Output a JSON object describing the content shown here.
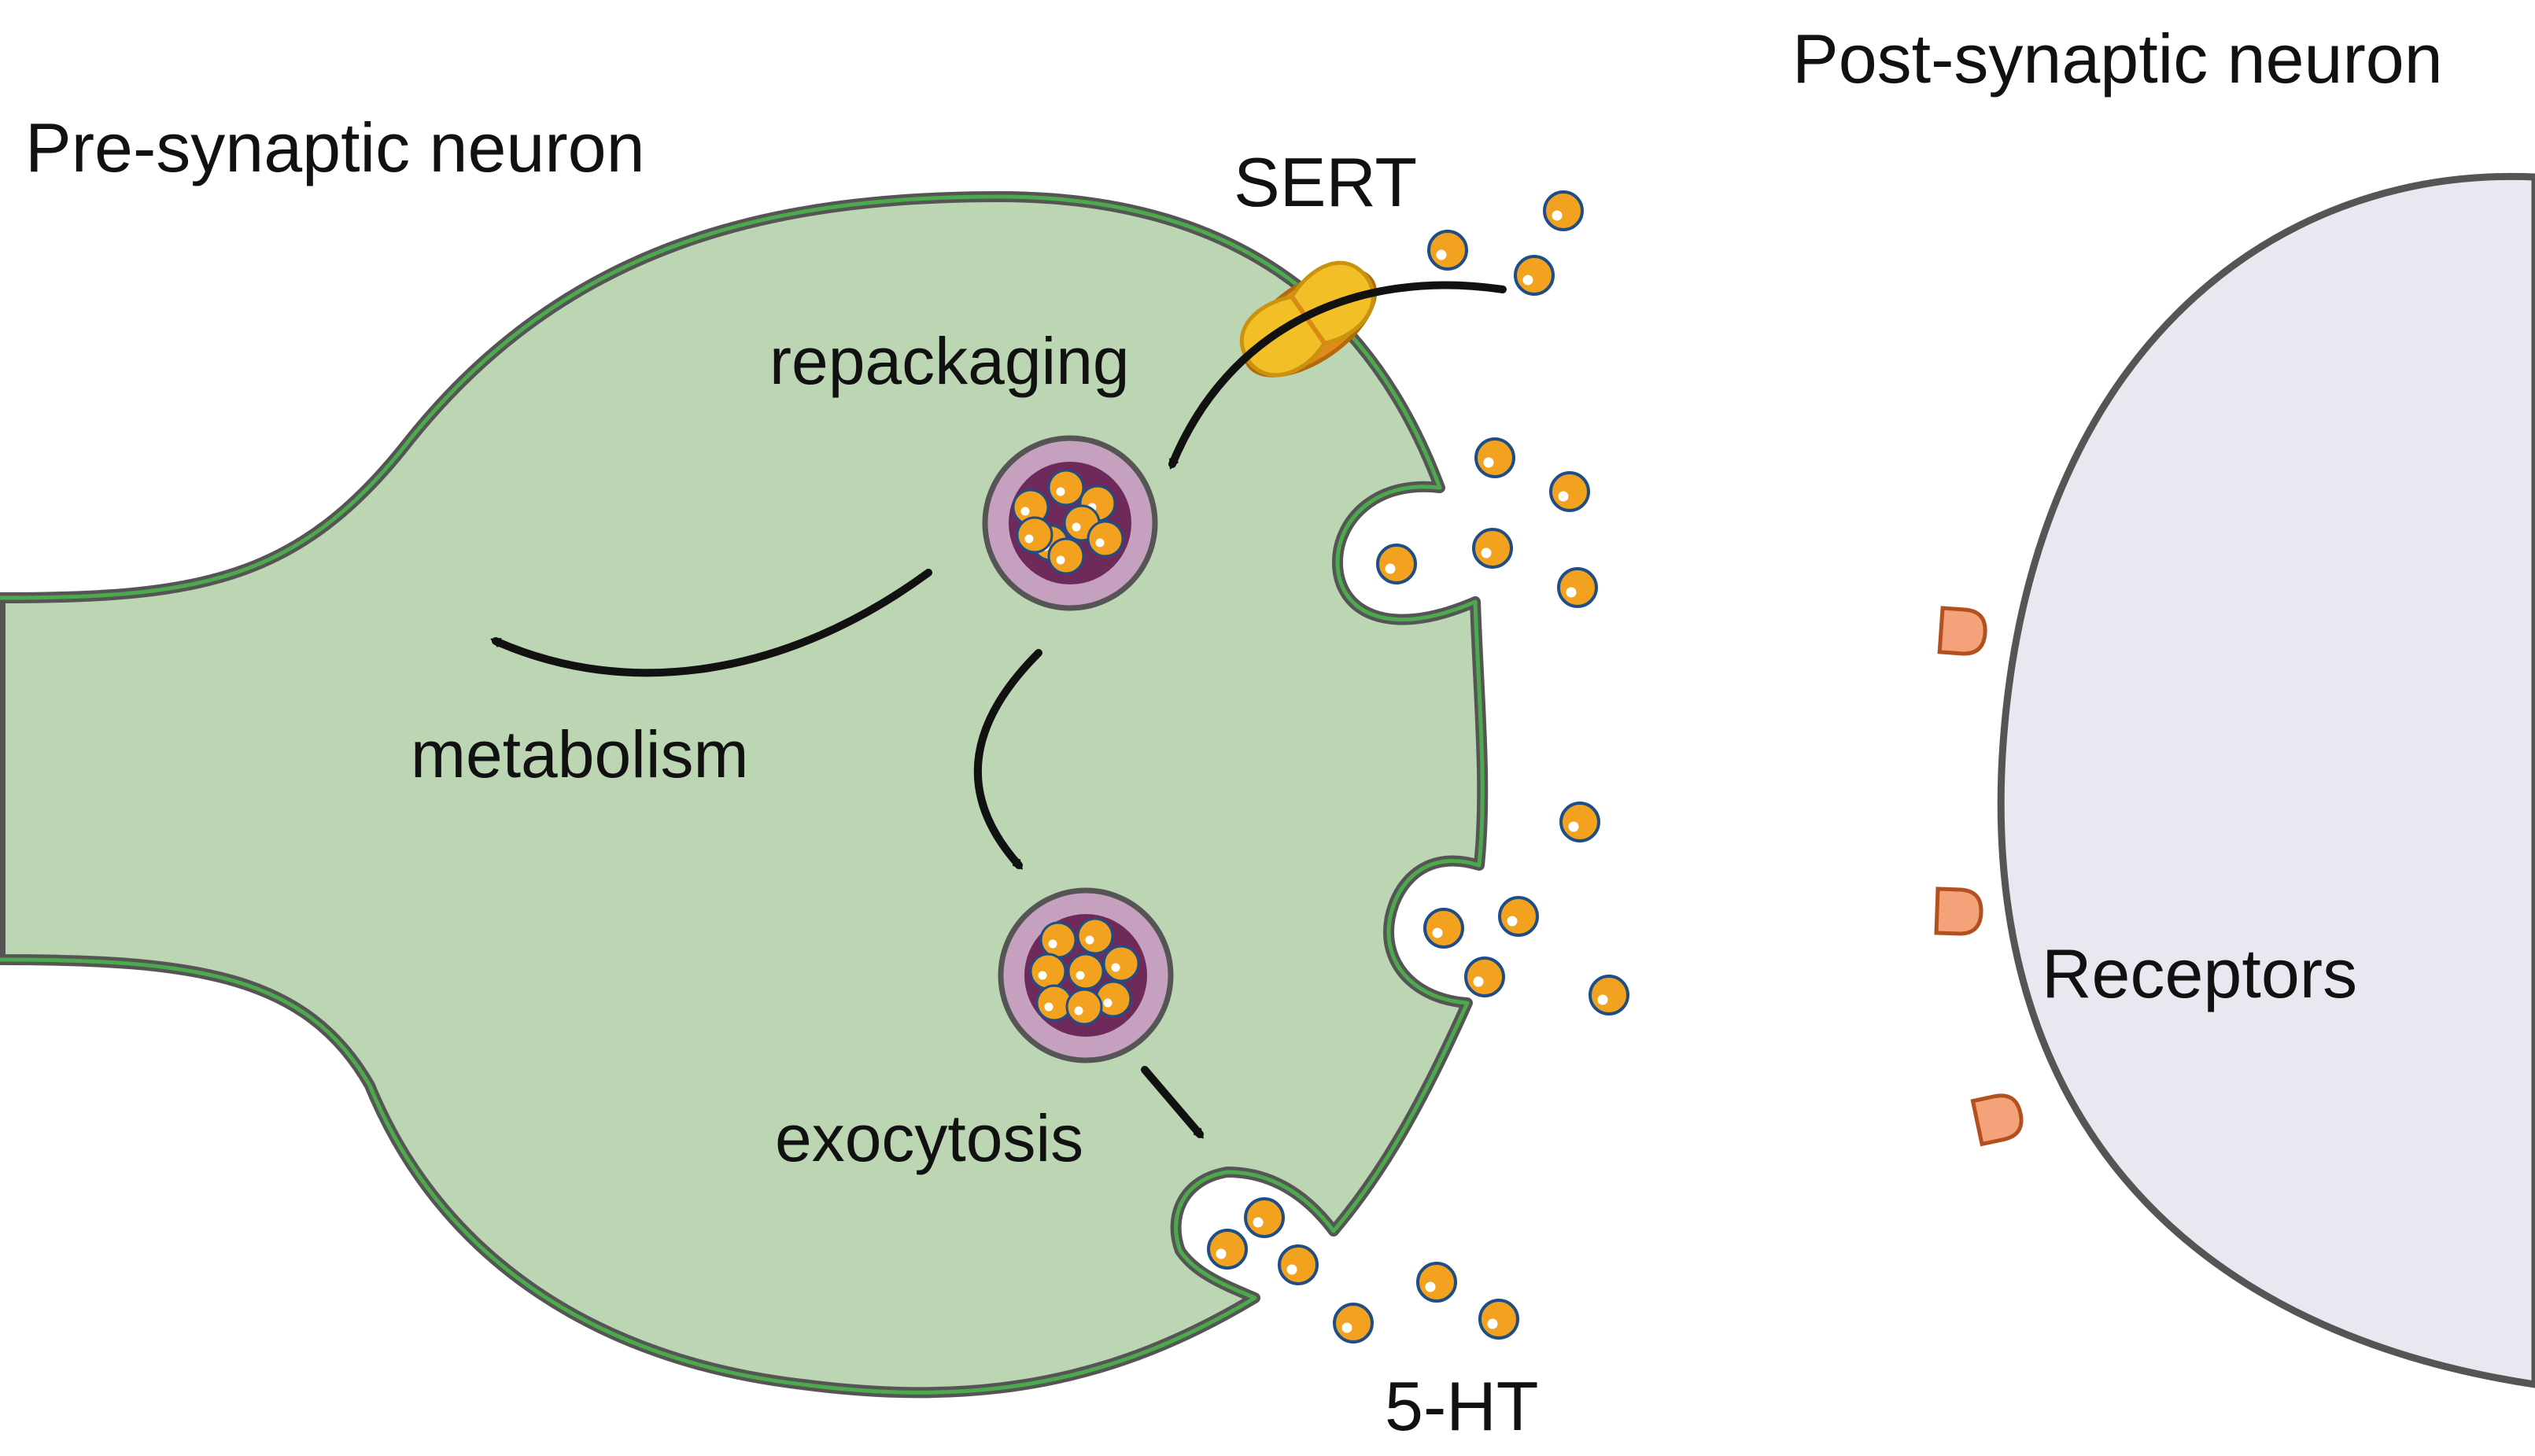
{
  "labels": {
    "pre_synaptic": "Pre-synaptic neuron",
    "post_synaptic": "Post-synaptic neuron",
    "sert": "SERT",
    "repackaging": "repackaging",
    "metabolism": "metabolism",
    "exocytosis": "exocytosis",
    "serotonin": "5-HT",
    "receptors": "Receptors"
  },
  "colors": {
    "pre_fill": "#bcd5b2",
    "pre_border": "#4caa4c",
    "membrane_outline": "#555555",
    "post_fill": "#e8e8f0",
    "serotonin": "#f3a21f",
    "serotonin_outline": "#1f4e86",
    "vesicle_outer": "#c5a1bf",
    "vesicle_inner": "#6e2a5a",
    "sert": "#f2c026",
    "receptor": "#f4a27a",
    "arrow": "#111111"
  }
}
